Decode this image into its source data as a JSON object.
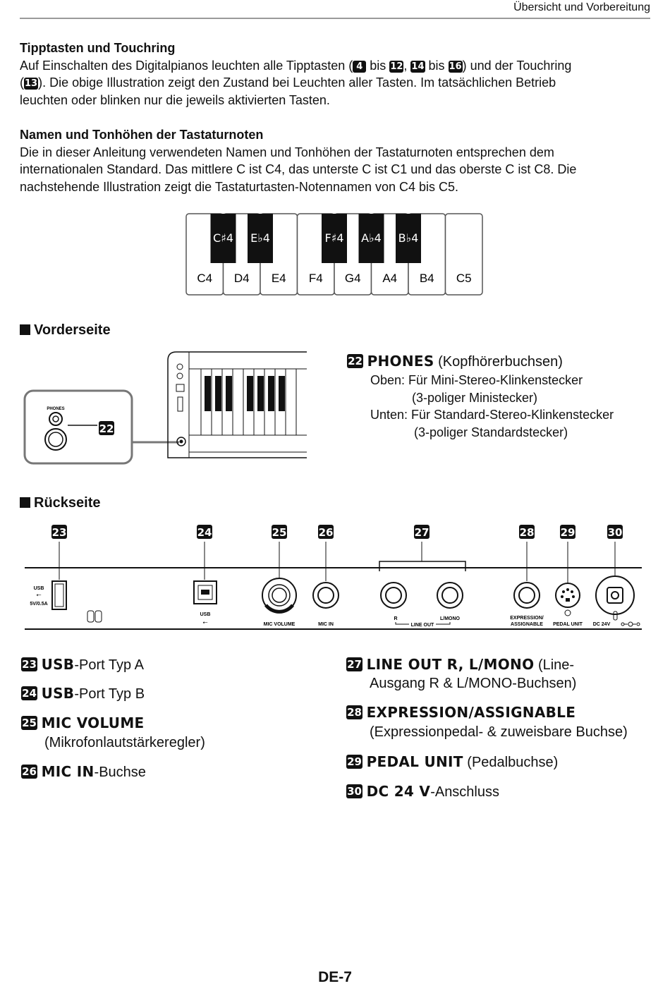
{
  "header": {
    "section_title": "Übersicht und Vorbereitung"
  },
  "touch": {
    "heading": "Tipptasten und Touchring",
    "t1": "Auf Einschalten des Digitalpianos leuchten alle Tipptasten (",
    "n1": "4",
    "t2": " bis ",
    "n2": "12",
    "t3": ", ",
    "n3": "14",
    "t4": " bis ",
    "n4": "16",
    "t5": ") und der Touchring",
    "t6": "(",
    "n5": "13",
    "t7": "). Die obige Illustration zeigt den Zustand bei Leuchten aller Tasten. Im tatsächlichen Betrieb",
    "t8": "leuchten oder blinken nur die jeweils aktivierten Tasten."
  },
  "notes": {
    "heading": "Namen und Tonhöhen der Tastaturnoten",
    "l1": "Die in dieser Anleitung verwendeten Namen und Tonhöhen der Tastaturnoten entsprechen dem",
    "l2": "internationalen Standard. Das mittlere C ist C4, das unterste C ist C1 und das oberste C ist C8. Die",
    "l3": "nachstehende Illustration zeigt die Tastaturtasten-Notennamen von C4 bis C5.",
    "white_keys": [
      "C4",
      "D4",
      "E4",
      "F4",
      "G4",
      "A4",
      "B4",
      "C5"
    ],
    "black_keys": [
      "C♯4",
      "E♭4",
      "F♯4",
      "A♭4",
      "B♭4"
    ]
  },
  "front": {
    "heading": "Vorderseite",
    "jack_label": "PHONES",
    "num": "22",
    "title_b": "PHONES",
    "title_r": " (Kopfhörerbuchsen)",
    "l1": "Oben: Für Mini-Stereo-Klinkenstecker",
    "l2": "(3-poliger Ministecker)",
    "l3": "Unten: Für Standard-Stereo-Klinkenstecker",
    "l4": "(3-poliger Standardstecker)"
  },
  "rear": {
    "heading": "Rückseite",
    "nums": [
      "23",
      "24",
      "25",
      "26",
      "27",
      "28",
      "29",
      "30"
    ],
    "labels": {
      "usb_a1": "USB",
      "usb_a2": "5V/0.5A",
      "usb_b": "USB",
      "mic_vol": "MIC VOLUME",
      "mic_in": "MIC IN",
      "r": "R",
      "line_out": "LINE OUT",
      "lmono": "L/MONO",
      "expr1": "EXPRESSION/",
      "expr2": "ASSIGNABLE",
      "pedal": "PEDAL UNIT",
      "dc": "DC 24V"
    }
  },
  "items": {
    "i23_b": "USB",
    "i23_r": "-Port Typ A",
    "i24_b": "USB",
    "i24_r": "-Port Typ B",
    "i25_b": "MIC VOLUME",
    "i25_r": "(Mikrofonlautstärkeregler)",
    "i26_b": "MIC IN",
    "i26_r": "-Buchse",
    "i27_b": "LINE OUT R, L/MONO",
    "i27_r": " (Line-",
    "i27_r2": "Ausgang R & L/MONO-Buchsen)",
    "i28_b": "EXPRESSION/ASSIGNABLE",
    "i28_r": "(Expressionpedal- & zuweisbare Buchse)",
    "i29_b": "PEDAL UNIT",
    "i29_r": " (Pedalbuchse)",
    "i30_b": "DC 24 V",
    "i30_r": "-Anschluss"
  },
  "footer": {
    "page": "DE-7"
  }
}
